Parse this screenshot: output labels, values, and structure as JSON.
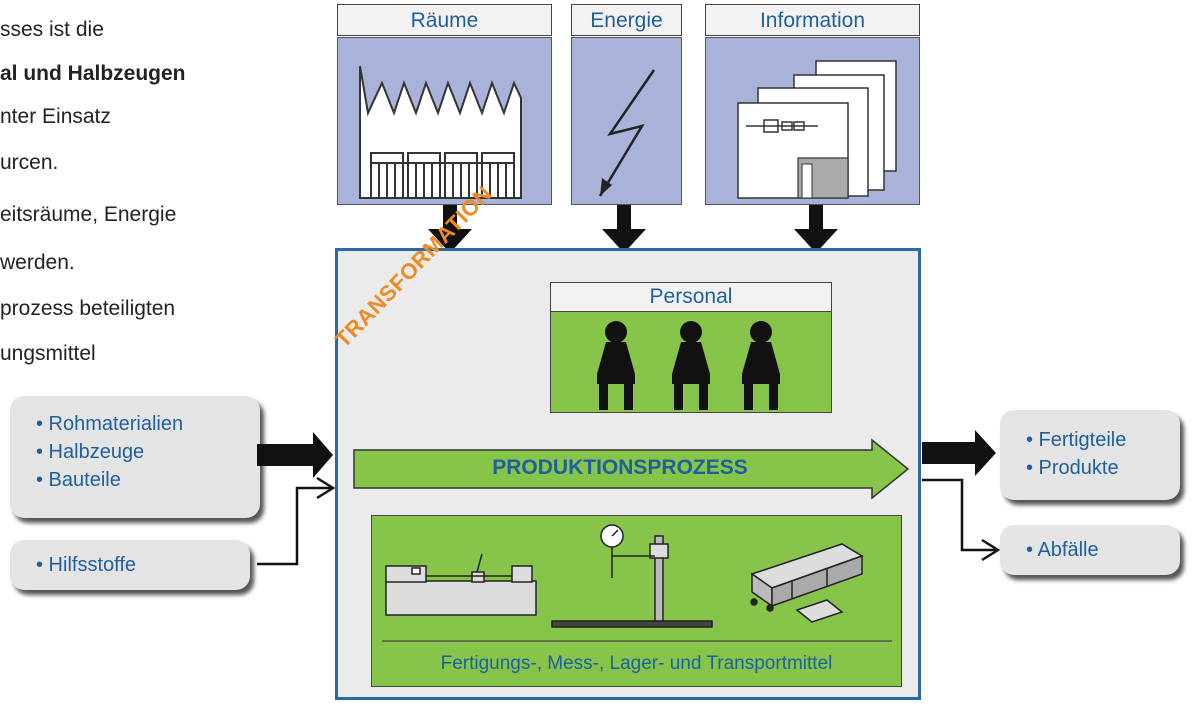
{
  "intro_text": [
    {
      "text": "sses ist die",
      "bold": false
    },
    {
      "text": "al und Halbzeugen",
      "bold": true
    },
    {
      "text": "nter Einsatz",
      "bold": false
    },
    {
      "text": "urcen.",
      "bold": false
    },
    {
      "text": "eitsräume, Energie",
      "bold": false
    },
    {
      "text": "werden.",
      "bold": false
    },
    {
      "text": "prozess beteiligten",
      "bold": false
    },
    {
      "text": "ungsmittel",
      "bold": false
    }
  ],
  "resources": {
    "raeume": "Räume",
    "energie": "Energie",
    "information": "Information"
  },
  "transformation_label": "TRANSFORMATION",
  "personal_label": "Personal",
  "process_label": "PRODUKTIONSPROZESS",
  "tools_label": "Fertigungs-, Mess-, Lager- und Transportmittel",
  "inputs": {
    "materials": [
      "• Rohmaterialien",
      "• Halbzeuge",
      "• Bauteile"
    ],
    "auxiliary": "• Hilfsstoffe"
  },
  "outputs": {
    "products": [
      "• Fertigteile",
      "• Produkte"
    ],
    "waste": "• Abfälle"
  },
  "colors": {
    "resource_fill": "#a9b2d9",
    "green": "#86c54a",
    "blue_text": "#1f5f9e",
    "orange": "#f08a24",
    "frame_blue": "#2a68a6"
  }
}
